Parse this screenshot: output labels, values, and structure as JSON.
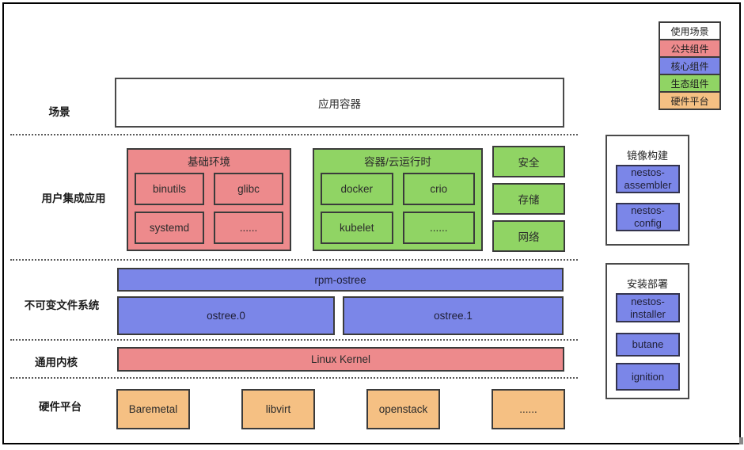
{
  "rows": [
    {
      "label": "场景"
    },
    {
      "label": "用户集成应用"
    },
    {
      "label": "不可变文件系统"
    },
    {
      "label": "通用内核"
    },
    {
      "label": "硬件平台"
    }
  ],
  "scene": {
    "app_container": "应用容器"
  },
  "user_apps": {
    "base_env": {
      "title": "基础环境",
      "items": [
        "binutils",
        "glibc",
        "systemd",
        "......"
      ]
    },
    "runtime": {
      "title": "容器/云运行时",
      "items": [
        "docker",
        "crio",
        "kubelet",
        "......"
      ]
    },
    "capabilities": [
      "安全",
      "存储",
      "网络"
    ]
  },
  "immutable_fs": {
    "rpm_ostree": "rpm-ostree",
    "ostree0": "ostree.0",
    "ostree1": "ostree.1"
  },
  "kernel": {
    "linux_kernel": "Linux Kernel"
  },
  "hardware": {
    "items": [
      "Baremetal",
      "libvirt",
      "openstack",
      "......"
    ]
  },
  "legend": {
    "title": "使用场景",
    "items": [
      {
        "label": "公共组件",
        "color": "#ED8A8C"
      },
      {
        "label": "核心组件",
        "color": "#7B86E8"
      },
      {
        "label": "生态组件",
        "color": "#90D464"
      },
      {
        "label": "硬件平台",
        "color": "#F5C083"
      }
    ]
  },
  "image_build": {
    "title": "镜像构建",
    "items": [
      "nestos-assembler",
      "nestos-config"
    ]
  },
  "install_deploy": {
    "title": "安装部署",
    "items": [
      "nestos-installer",
      "butane",
      "ignition"
    ]
  },
  "colors": {
    "red": "#ED8A8C",
    "green": "#90D464",
    "blue": "#7B86E8",
    "orange": "#F5C083",
    "border": "#3b3b3b"
  }
}
